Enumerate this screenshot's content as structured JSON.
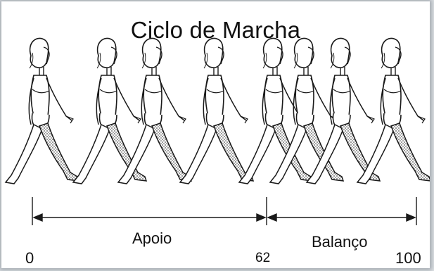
{
  "diagram": {
    "title": "Ciclo de Marcha",
    "phases": [
      {
        "label": "Apoio"
      },
      {
        "label": "Balanço"
      }
    ],
    "ticks": [
      "0",
      "62",
      "100"
    ]
  },
  "colors": {
    "line": "#1a1a1a",
    "skin": "#ffffff",
    "hatch_leg": "#8a8a8a"
  }
}
